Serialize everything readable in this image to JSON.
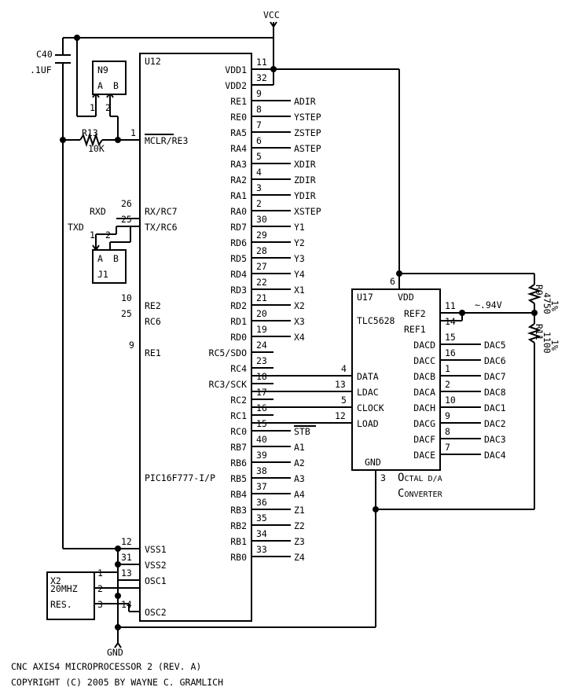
{
  "power": {
    "vcc": "VCC",
    "gnd": "GND"
  },
  "u12": {
    "ref": "U12",
    "part": "PIC16F777-I/P",
    "left_pins": [
      {
        "num": "1",
        "name": "MCLR/RE3"
      },
      {
        "num": "26",
        "name": "RX/RC7"
      },
      {
        "num": "25",
        "name": "TX/RC6"
      },
      {
        "num": "10",
        "name": "RE2"
      },
      {
        "num": "25",
        "name": "RC6"
      },
      {
        "num": "9",
        "name": "RE1"
      },
      {
        "num": "12",
        "name": "VSS1"
      },
      {
        "num": "31",
        "name": "VSS2"
      },
      {
        "num": "13",
        "name": "OSC1"
      },
      {
        "num": "14",
        "name": "OSC2"
      }
    ],
    "right_pins": [
      {
        "num": "11",
        "name": "VDD1",
        "net": ""
      },
      {
        "num": "32",
        "name": "VDD2",
        "net": ""
      },
      {
        "num": "9",
        "name": "RE1",
        "net": "ADIR"
      },
      {
        "num": "8",
        "name": "RE0",
        "net": "YSTEP"
      },
      {
        "num": "7",
        "name": "RA5",
        "net": "ZSTEP"
      },
      {
        "num": "6",
        "name": "RA4",
        "net": "ASTEP"
      },
      {
        "num": "5",
        "name": "RA3",
        "net": "XDIR"
      },
      {
        "num": "4",
        "name": "RA2",
        "net": "ZDIR"
      },
      {
        "num": "3",
        "name": "RA1",
        "net": "YDIR"
      },
      {
        "num": "2",
        "name": "RA0",
        "net": "XSTEP"
      },
      {
        "num": "30",
        "name": "RD7",
        "net": "Y1"
      },
      {
        "num": "29",
        "name": "RD6",
        "net": "Y2"
      },
      {
        "num": "28",
        "name": "RD5",
        "net": "Y3"
      },
      {
        "num": "27",
        "name": "RD4",
        "net": "Y4"
      },
      {
        "num": "22",
        "name": "RD3",
        "net": "X1"
      },
      {
        "num": "21",
        "name": "RD2",
        "net": "X2"
      },
      {
        "num": "20",
        "name": "RD1",
        "net": "X3"
      },
      {
        "num": "19",
        "name": "RD0",
        "net": "X4"
      },
      {
        "num": "24",
        "name": "RC5/SDO",
        "net": ""
      },
      {
        "num": "23",
        "name": "RC4",
        "net": ""
      },
      {
        "num": "18",
        "name": "RC3/SCK",
        "net": ""
      },
      {
        "num": "17",
        "name": "RC2",
        "net": ""
      },
      {
        "num": "16",
        "name": "RC1",
        "net": ""
      },
      {
        "num": "15",
        "name": "RC0",
        "net": "STB"
      },
      {
        "num": "40",
        "name": "RB7",
        "net": "A1"
      },
      {
        "num": "39",
        "name": "RB6",
        "net": "A2"
      },
      {
        "num": "38",
        "name": "RB5",
        "net": "A3"
      },
      {
        "num": "37",
        "name": "RB4",
        "net": "A4"
      },
      {
        "num": "36",
        "name": "RB3",
        "net": "Z1"
      },
      {
        "num": "35",
        "name": "RB2",
        "net": "Z2"
      },
      {
        "num": "34",
        "name": "RB1",
        "net": "Z3"
      },
      {
        "num": "33",
        "name": "RB0",
        "net": "Z4"
      }
    ]
  },
  "u17": {
    "ref": "U17",
    "part": "TLC5628",
    "vdd": "VDD",
    "vdd_num": "6",
    "gnd": "GND",
    "gnd_num": "3",
    "desc1_cap": "O",
    "desc1": "CTAL D/A",
    "desc2_cap": "C",
    "desc2": "ONVERTER",
    "ref_voltage": "~.94V",
    "inputs": [
      {
        "num": "4",
        "name": "DATA"
      },
      {
        "num": "13",
        "name": "LDAC"
      },
      {
        "num": "5",
        "name": "CLOCK"
      },
      {
        "num": "12",
        "name": "LOAD"
      }
    ],
    "refs": [
      {
        "num": "11",
        "name": "REF2"
      },
      {
        "num": "14",
        "name": "REF1"
      }
    ],
    "outputs": [
      {
        "num": "15",
        "name": "DACD",
        "net": "DAC5"
      },
      {
        "num": "16",
        "name": "DACC",
        "net": "DAC6"
      },
      {
        "num": "1",
        "name": "DACB",
        "net": "DAC7"
      },
      {
        "num": "2",
        "name": "DACA",
        "net": "DAC8"
      },
      {
        "num": "10",
        "name": "DACH",
        "net": "DAC1"
      },
      {
        "num": "9",
        "name": "DACG",
        "net": "DAC2"
      },
      {
        "num": "8",
        "name": "DACF",
        "net": "DAC3"
      },
      {
        "num": "7",
        "name": "DACE",
        "net": "DAC4"
      }
    ]
  },
  "n9": {
    "ref": "N9",
    "a": "A",
    "b": "B",
    "p1": "1",
    "p2": "2"
  },
  "j1": {
    "ref": "J1",
    "a": "A",
    "b": "B",
    "p1": "1",
    "p2": "2",
    "txd": "TXD",
    "rxd": "RXD"
  },
  "c40": {
    "ref": "C40",
    "value": ".1UF"
  },
  "r13": {
    "ref": "R13",
    "value": "10K"
  },
  "r9": {
    "ref": "R9",
    "value": "4750",
    "tol": "1%"
  },
  "r11": {
    "ref": "R11",
    "value": "1100",
    "tol": "1%"
  },
  "x2": {
    "ref": "X2",
    "value": "20MHZ",
    "type": "RES.",
    "p1": "1",
    "p2": "2",
    "p3": "3"
  },
  "footer": {
    "line1": "CNC AXIS4 MICROPROCESSOR 2 (REV. A)",
    "line2": "COPYRIGHT (C) 2005 BY WAYNE C. GRAMLICH"
  }
}
